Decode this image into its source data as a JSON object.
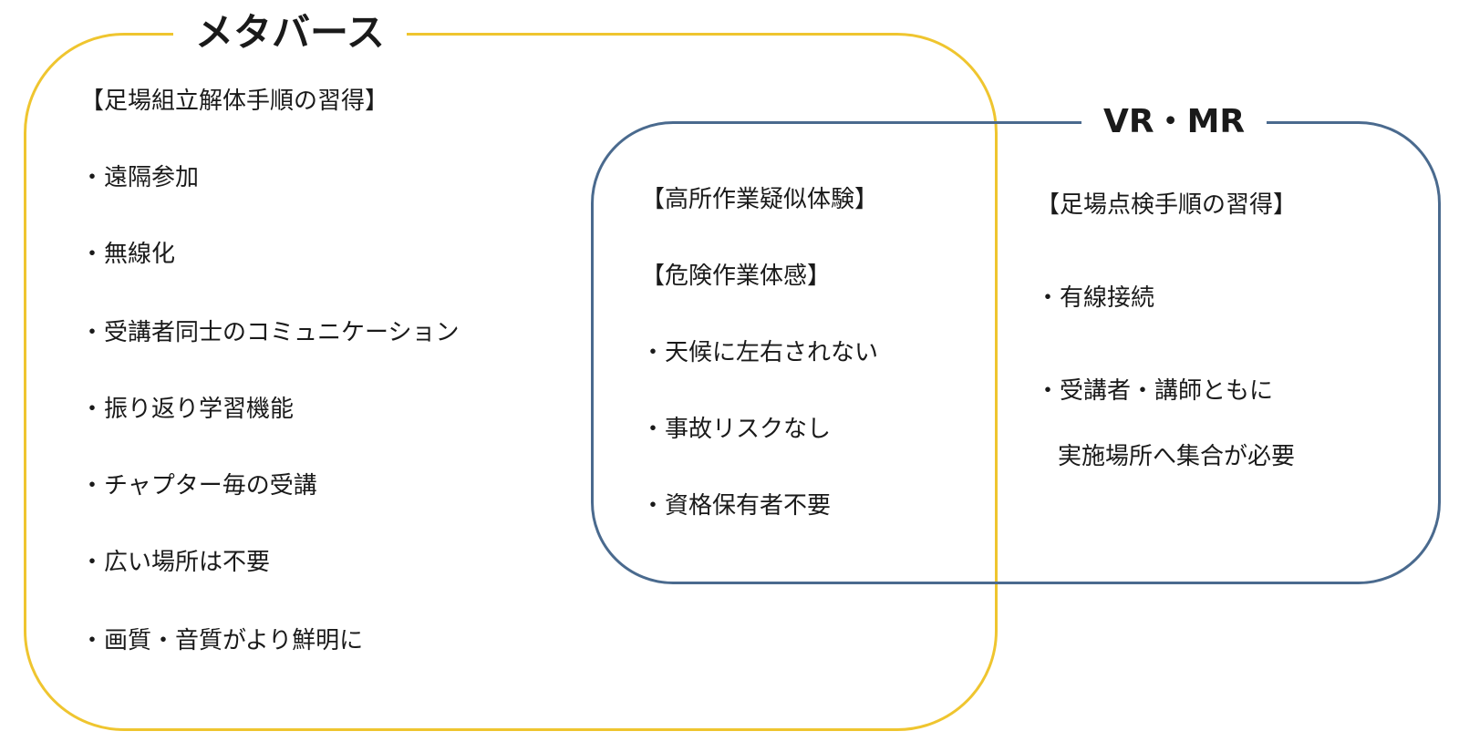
{
  "metaverse": {
    "title": "メタバース",
    "heading": "【足場組立解体手順の習得】",
    "items": [
      "・遠隔参加",
      "・無線化",
      "・受講者同士のコミュニケーション",
      "・振り返り学習機能",
      "・チャプター毎の受講",
      "・広い場所は不要",
      "・画質・音質がより鮮明に"
    ]
  },
  "overlap": {
    "headings": [
      "【高所作業疑似体験】",
      "【危険作業体感】"
    ],
    "items": [
      "・天候に左右されない",
      "・事故リスクなし",
      "・資格保有者不要"
    ]
  },
  "vr_mr": {
    "title": "VR・MR",
    "heading": "【足場点検手順の習得】",
    "items": [
      "・有線接続",
      "・受講者・講師ともに",
      "実施場所へ集合が必要"
    ]
  },
  "colors": {
    "metaverse_border": "#efc52f",
    "vr_mr_border": "#4a6a8e"
  }
}
